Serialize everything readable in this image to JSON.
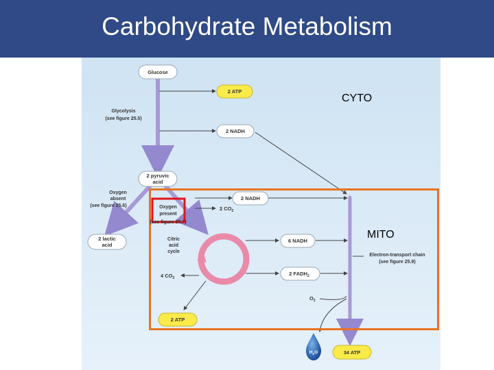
{
  "title": "Carbohydrate Metabolism",
  "regions": {
    "cyto": "CYTO",
    "mito": "MITO"
  },
  "nodes": {
    "glucose": "Glucose",
    "atp_glycolysis": "2 ATP",
    "glycolysis": "Glycolysis",
    "glycolysis_ref": "(see figure 25.5)",
    "nadh_glycolysis": "2 NADH",
    "pyruvic_1": "2 pyruvic",
    "pyruvic_2": "acid",
    "oxygen_absent_1": "Oxygen",
    "oxygen_absent_2": "absent",
    "oxygen_absent_ref": "(see figure 25.6)",
    "oxygen_present_1": "Oxygen",
    "oxygen_present_2": "present",
    "oxygen_present_ref": "(see figure 25.7)",
    "nadh_mito": "2 NADH",
    "co2_two": "2 CO",
    "co2_two_sub": "2",
    "lactic_1": "2 lactic",
    "lactic_2": "acid",
    "citric_1": "Citric",
    "citric_2": "acid",
    "citric_3": "cycle",
    "nadh_six": "6 NADH",
    "etc_1": "Electron-transport chain",
    "etc_2": "(see figure 25.9)",
    "co2_four": "4 CO",
    "co2_four_sub": "2",
    "fadh": "2 FADH",
    "fadh_sub": "2",
    "o2": "O",
    "o2_sub": "2",
    "atp_citric": "2 ATP",
    "water": "H",
    "water_sub": "2",
    "water_end": "O",
    "atp_etc": "34 ATP"
  },
  "colors": {
    "title_bg": "#2f4a86",
    "mito_box": "#e8731f",
    "highlight_box": "#e0141c",
    "atp_fill": "#fbeb4a",
    "pathway_arrow": "#a79ad6",
    "citric_cycle": "#e98aa8"
  }
}
